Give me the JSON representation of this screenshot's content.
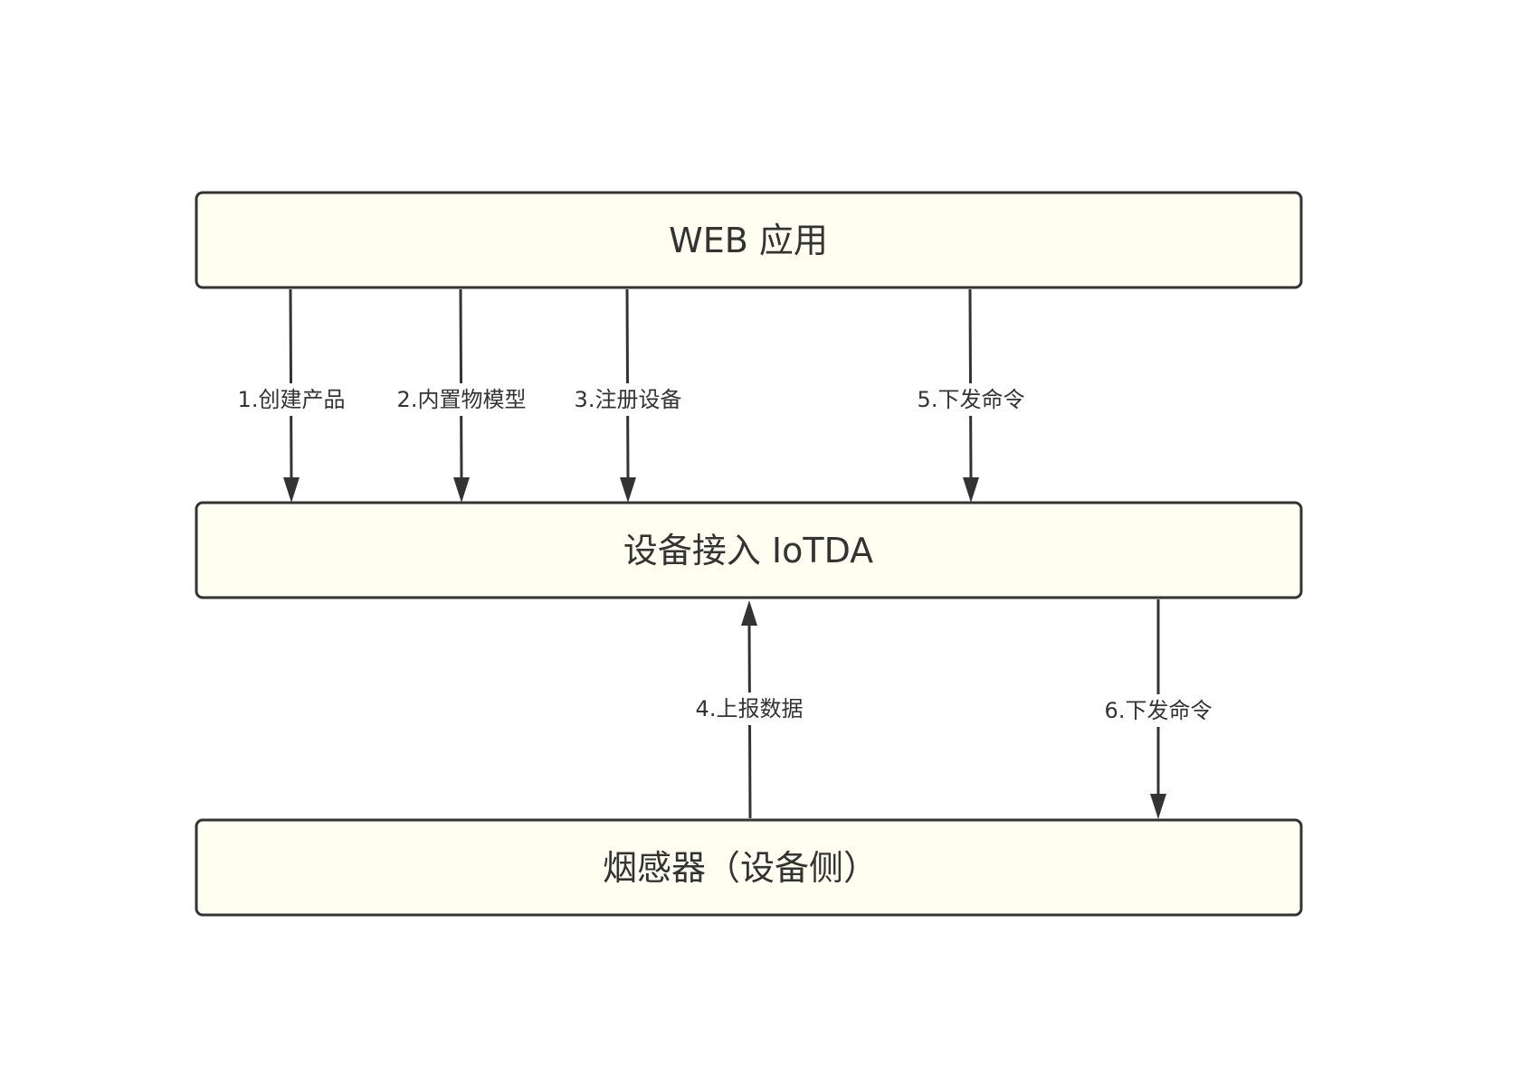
{
  "diagram": {
    "nodes": [
      {
        "id": "web-app",
        "label": "WEB 应用"
      },
      {
        "id": "iotda",
        "label": "设备接入 IoTDA"
      },
      {
        "id": "smoke-sensor",
        "label": "烟感器（设备侧）"
      }
    ],
    "edges": [
      {
        "id": "create-product",
        "from": "web-app",
        "to": "iotda",
        "label": "1.创建产品"
      },
      {
        "id": "builtin-model",
        "from": "web-app",
        "to": "iotda",
        "label": "2.内置物模型"
      },
      {
        "id": "register-device",
        "from": "web-app",
        "to": "iotda",
        "label": "3.注册设备"
      },
      {
        "id": "report-data",
        "from": "smoke-sensor",
        "to": "iotda",
        "label": "4.上报数据"
      },
      {
        "id": "send-command-web",
        "from": "web-app",
        "to": "iotda",
        "label": "5.下发命令"
      },
      {
        "id": "send-command-device",
        "from": "iotda",
        "to": "smoke-sensor",
        "label": "6.下发命令"
      }
    ]
  },
  "colors": {
    "node_fill": "#fefff0",
    "stroke": "#333333",
    "text": "#333333",
    "background": "#ffffff"
  }
}
